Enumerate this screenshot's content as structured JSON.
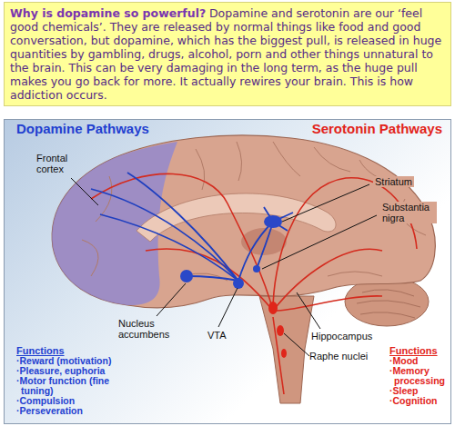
{
  "diagram": {
    "nodes": [
      {
        "text": [
          "Why is dopamine so powerful?",
          "Dopamine and serotonin are our ‘feel good chemicals’. They are released by normal things like food and good conversation, but dopamine, which has the biggest pull, is released in huge quantities by gambling, drugs, alcohol, porn and other things unnatural to the brain. This can be very damaging in the long term, as the huge pull makes you go back for more. It actually rewires your brain. This is how addiction occurs."
        ]
      }
    ],
    "labels": [
      "Dopamine Pathways",
      "Serotonin Pathways",
      "Frontal cortex",
      "Striatum",
      "Substantia nigra",
      "Nucleus accumbens",
      "VTA",
      "Hippocampus",
      "Raphe nuclei",
      "Functions",
      "·Reward (motivation)",
      "·Pleasure, euphoria",
      "·Motor function (fine tuning)",
      "·Compulsion",
      "·Perseveration",
      "Functions",
      "·Mood",
      "·Memory processing",
      "·Sleep",
      "·Cognition"
    ]
  }
}
